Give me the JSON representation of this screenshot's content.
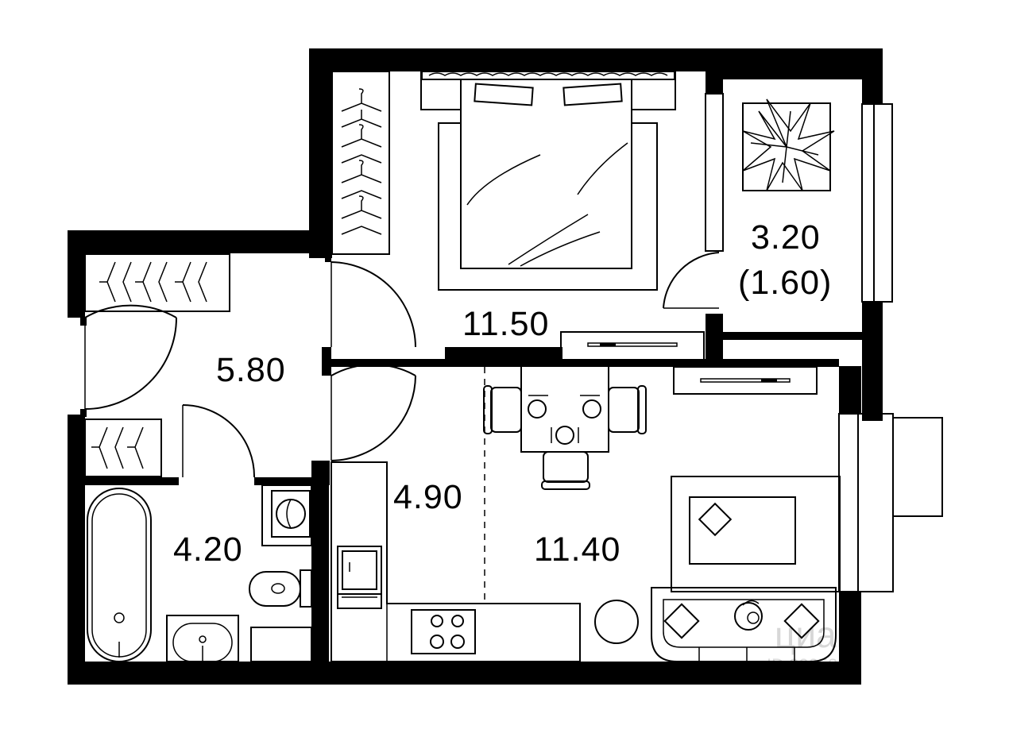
{
  "rooms": {
    "bedroom": {
      "area": "11.50"
    },
    "hallway": {
      "area": "5.80"
    },
    "balcony": {
      "area": "3.20",
      "area_reduced": "(1.60)"
    },
    "kitchen": {
      "area": "4.90"
    },
    "living": {
      "area": "11.40"
    },
    "bathroom": {
      "area": "4.20"
    }
  },
  "watermark": {
    "brand": "циан",
    "id": "ID 3225838"
  },
  "colors": {
    "walls": "#000000",
    "background": "#ffffff",
    "watermark": "#d7d7d7"
  },
  "icons": [
    "hanger-icon",
    "bed-icon",
    "plant-icon",
    "table-icon",
    "chair-icon",
    "bathtub-icon",
    "toilet-icon",
    "sink-icon",
    "washing-machine-icon",
    "stove-icon",
    "fridge-icon",
    "sofa-icon",
    "tv-icon",
    "cat-icon"
  ]
}
